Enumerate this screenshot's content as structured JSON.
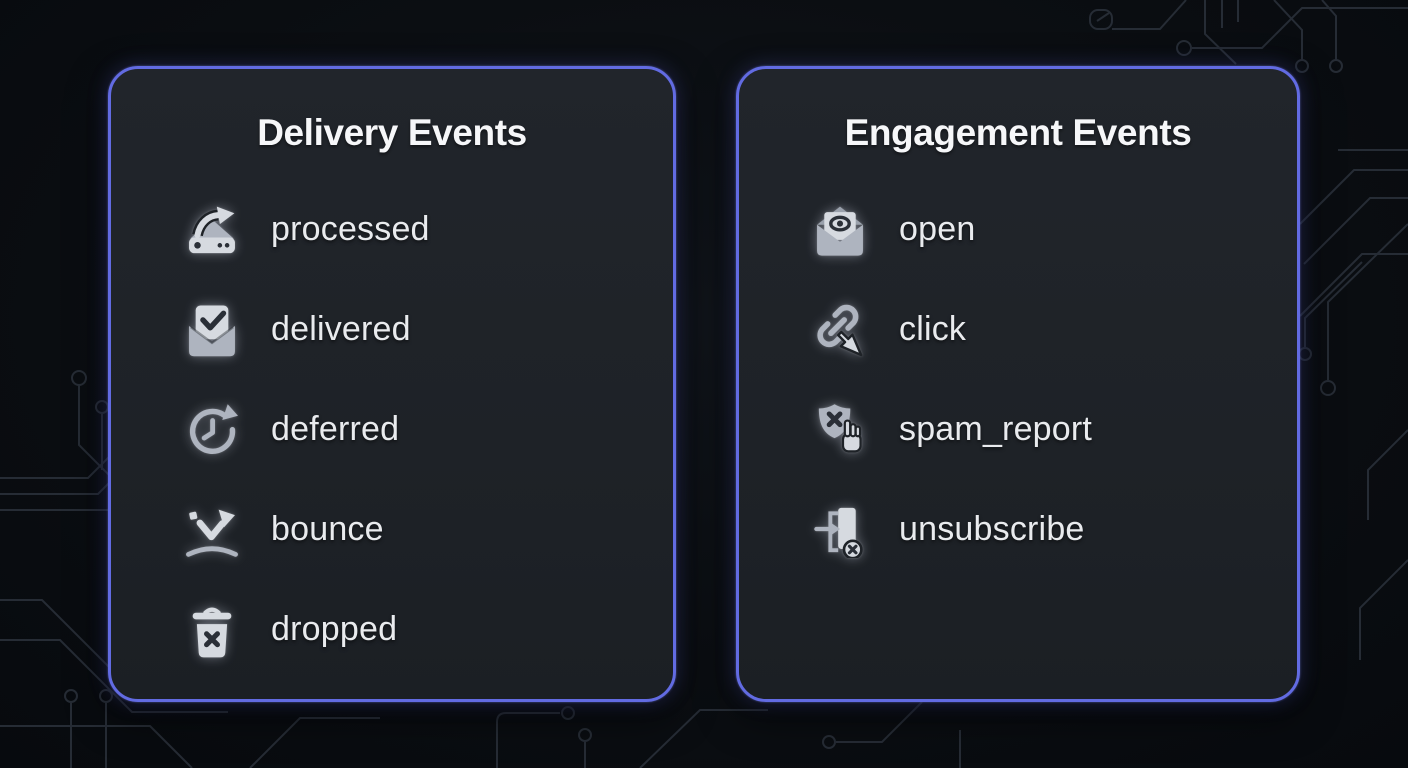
{
  "page": {
    "background_color": "#0b0e12",
    "background_highlight_color": "#10141a",
    "accent_border_color": "#626be2",
    "card_background_color": "#1e2227",
    "title_text_color": "#f6f7f9",
    "item_text_color": "#e9ebee",
    "icon_color": "#b9bfc8",
    "trace_color": "#262c35"
  },
  "cards": [
    {
      "title": "Delivery Events",
      "items": [
        {
          "label": "processed",
          "icon": "processed-icon"
        },
        {
          "label": "delivered",
          "icon": "delivered-icon"
        },
        {
          "label": "deferred",
          "icon": "deferred-icon"
        },
        {
          "label": "bounce",
          "icon": "bounce-icon"
        },
        {
          "label": "dropped",
          "icon": "dropped-icon"
        }
      ]
    },
    {
      "title": "Engagement Events",
      "items": [
        {
          "label": "open",
          "icon": "open-icon"
        },
        {
          "label": "click",
          "icon": "click-icon"
        },
        {
          "label": "spam_report",
          "icon": "spam-report-icon"
        },
        {
          "label": "unsubscribe",
          "icon": "unsubscribe-icon"
        }
      ]
    }
  ]
}
